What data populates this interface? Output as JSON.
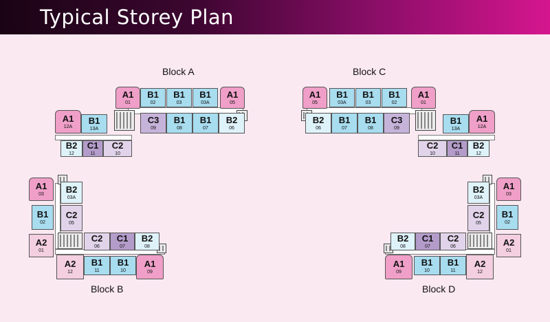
{
  "title": "Typical Storey Plan",
  "blocks": {
    "a": {
      "label": "Block A",
      "units": [
        {
          "type": "A1",
          "num": "01"
        },
        {
          "type": "B1",
          "num": "02"
        },
        {
          "type": "B1",
          "num": "03"
        },
        {
          "type": "B1",
          "num": "03A"
        },
        {
          "type": "A1",
          "num": "05"
        },
        {
          "type": "C3",
          "num": "09"
        },
        {
          "type": "B1",
          "num": "08"
        },
        {
          "type": "B1",
          "num": "07"
        },
        {
          "type": "B2",
          "num": "06"
        },
        {
          "type": "A1",
          "num": "12A"
        },
        {
          "type": "B1",
          "num": "13A"
        },
        {
          "type": "B2",
          "num": "12"
        },
        {
          "type": "C1",
          "num": "11"
        },
        {
          "type": "C2",
          "num": "10"
        }
      ]
    },
    "c": {
      "label": "Block C",
      "units": [
        {
          "type": "A1",
          "num": "05"
        },
        {
          "type": "B1",
          "num": "03A"
        },
        {
          "type": "B1",
          "num": "03"
        },
        {
          "type": "B1",
          "num": "02"
        },
        {
          "type": "A1",
          "num": "01"
        },
        {
          "type": "B2",
          "num": "06"
        },
        {
          "type": "B1",
          "num": "07"
        },
        {
          "type": "B1",
          "num": "08"
        },
        {
          "type": "C3",
          "num": "09"
        },
        {
          "type": "B1",
          "num": "13A"
        },
        {
          "type": "A1",
          "num": "12A"
        },
        {
          "type": "C2",
          "num": "10"
        },
        {
          "type": "C1",
          "num": "11"
        },
        {
          "type": "B2",
          "num": "12"
        }
      ]
    },
    "b": {
      "label": "Block B",
      "units": [
        {
          "type": "A1",
          "num": "03"
        },
        {
          "type": "B2",
          "num": "03A"
        },
        {
          "type": "B1",
          "num": "02"
        },
        {
          "type": "C2",
          "num": "05"
        },
        {
          "type": "A2",
          "num": "01"
        },
        {
          "type": "C2",
          "num": "06"
        },
        {
          "type": "C1",
          "num": "07"
        },
        {
          "type": "B2",
          "num": "08"
        },
        {
          "type": "A2",
          "num": "12"
        },
        {
          "type": "B1",
          "num": "11"
        },
        {
          "type": "B1",
          "num": "10"
        },
        {
          "type": "A1",
          "num": "09"
        }
      ]
    },
    "d": {
      "label": "Block D",
      "units": [
        {
          "type": "B2",
          "num": "03A"
        },
        {
          "type": "A1",
          "num": "03"
        },
        {
          "type": "C2",
          "num": "05"
        },
        {
          "type": "B1",
          "num": "02"
        },
        {
          "type": "A2",
          "num": "01"
        },
        {
          "type": "B2",
          "num": "08"
        },
        {
          "type": "C1",
          "num": "07"
        },
        {
          "type": "C2",
          "num": "06"
        },
        {
          "type": "A1",
          "num": "09"
        },
        {
          "type": "B1",
          "num": "10"
        },
        {
          "type": "B1",
          "num": "11"
        },
        {
          "type": "A2",
          "num": "12"
        }
      ]
    }
  }
}
